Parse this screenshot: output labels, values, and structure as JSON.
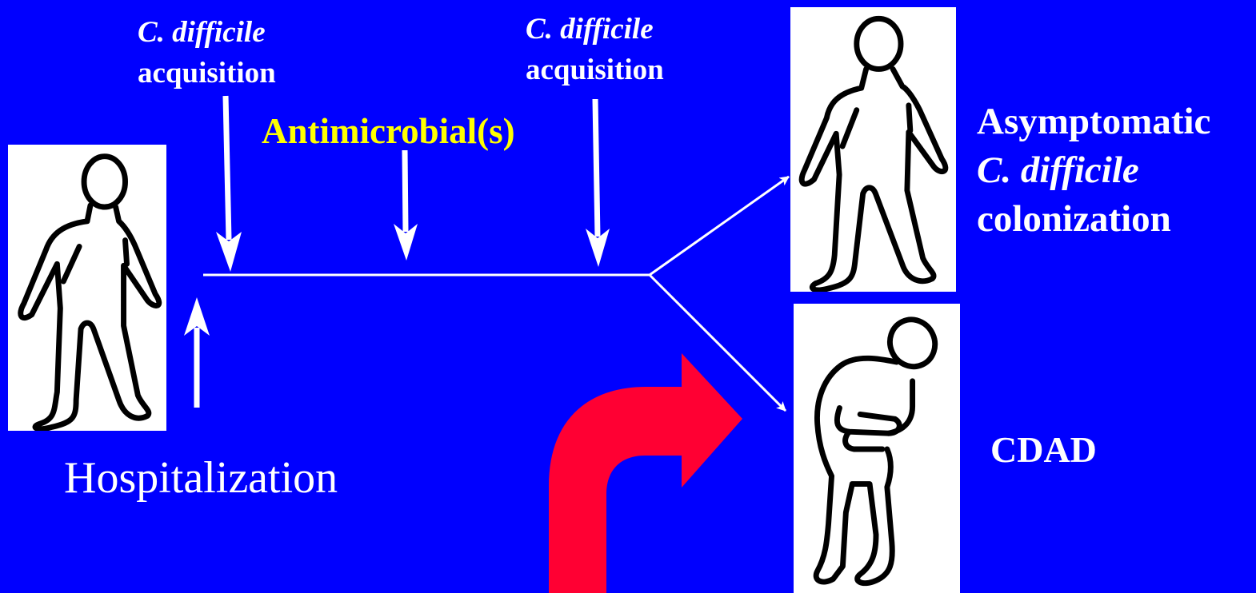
{
  "colors": {
    "background": "#0000FF",
    "text": "#FFFFFF",
    "highlight": "#FFFF00",
    "red_arrow": "#FF0033",
    "figure_box": "#FFFFFF",
    "figure_outline": "#000000"
  },
  "labels": {
    "acquisition_1": {
      "organism": "C. difficile",
      "event": "acquisition"
    },
    "acquisition_2": {
      "organism": "C. difficile",
      "event": "acquisition"
    },
    "antimicrobial": "Antimicrobial(s)",
    "hospitalization": "Hospitalization",
    "colonization": {
      "line1": "Asymptomatic",
      "line2": "C. difficile",
      "line3": "colonization"
    },
    "cdad": "CDAD"
  },
  "icons": {
    "patient_admitted": "standing-person-icon",
    "patient_colonized": "standing-person-icon",
    "patient_ill": "doubled-over-person-icon"
  }
}
